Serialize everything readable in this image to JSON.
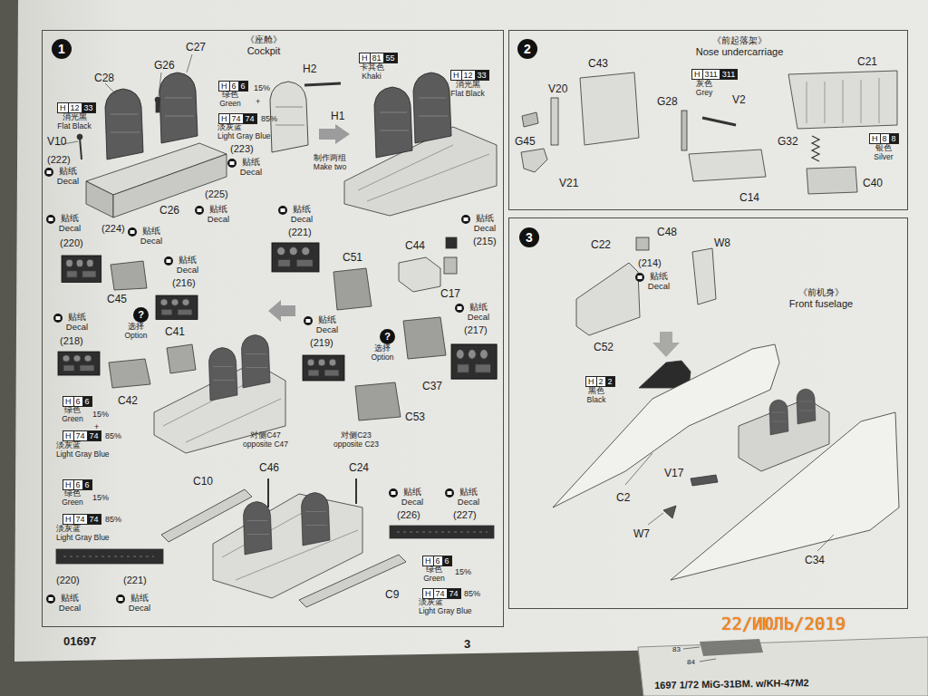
{
  "diagram": {
    "nodes": [
      {
        "text": [
          "《座舱》",
          "Cockpit"
        ]
      },
      {
        "text": [
          "1"
        ],
        "in": 0
      },
      {
        "text": [
          "H",
          "12",
          "33"
        ],
        "in": 0
      },
      {
        "text": [
          "H",
          "6",
          "6"
        ],
        "in": 0
      },
      {
        "text": [
          "H",
          "74",
          "74"
        ],
        "in": 0
      },
      {
        "text": [
          "H",
          "81",
          "55"
        ],
        "in": 0
      },
      {
        "text": [
          "H",
          "12",
          "33"
        ],
        "in": 0
      },
      {
        "text": [
          "?"
        ],
        "in": 0
      },
      {
        "text": [
          "?"
        ],
        "in": 0
      },
      {
        "text": [
          "H",
          "6",
          "6"
        ],
        "in": 0
      },
      {
        "text": [
          "H",
          "74",
          "74"
        ],
        "in": 0
      },
      {
        "text": [
          "H",
          "6",
          "6"
        ],
        "in": 0
      },
      {
        "text": [
          "H",
          "74",
          "74"
        ],
        "in": 0
      },
      {
        "text": [
          "H",
          "6",
          "6"
        ],
        "in": 0
      },
      {
        "text": [
          "H",
          "74",
          "74"
        ],
        "in": 0
      },
      {
        "text": [
          "《前起落架》",
          "Nose undercarriage"
        ]
      },
      {
        "text": [
          "2"
        ],
        "in": 15
      },
      {
        "text": [
          "H",
          "311",
          "311"
        ],
        "in": 15
      },
      {
        "text": [
          "H",
          "8",
          "8"
        ],
        "in": 15
      },
      {
        "text": [
          "《前机身》",
          "Front fuselage"
        ]
      },
      {
        "text": [
          "3"
        ],
        "in": 19
      },
      {
        "text": [
          "H",
          "2",
          "2"
        ],
        "in": 19
      }
    ],
    "labels": [
      "C28",
      "G26",
      "C27",
      "V10",
      "消光黑 Flat Black",
      "15%",
      "绿色 Green",
      "+",
      "85%",
      "淡灰蓝",
      "Light Gray Blue",
      "(223)",
      "贴纸 Decal",
      "(222)",
      "贴纸 Decal",
      "(225)",
      "C26",
      "贴纸 Decal",
      "(224)",
      "贴纸 Decal",
      "贴纸 Decal",
      "(220)",
      "C45",
      "贴纸 Decal",
      "(216)",
      "贴纸 Decal",
      "(218)",
      "选择 Option",
      "C41",
      "C42",
      "绿色 Green",
      "15%",
      "+",
      "85%",
      "淡灰蓝",
      "Light Gray Blue",
      "贴纸 Decal",
      "(221)",
      "C51",
      "C44",
      "贴纸 Decal",
      "(215)",
      "C17",
      "贴纸 Decal",
      "(219)",
      "选择 Option",
      "贴纸 Decal",
      "(217)",
      "C37",
      "C53",
      "C10",
      "绿色 Green",
      "15%",
      "85%",
      "淡灰蓝",
      "Light Gray Blue",
      "对侧C47 opposite C47",
      "C46",
      "对侧C23 opposite C23",
      "C24",
      "(220)",
      "贴纸 Decal",
      "(221)",
      "贴纸 Decal",
      "贴纸 Decal",
      "(226)",
      "贴纸 Decal",
      "(227)",
      "绿色 Green",
      "15%",
      "85%",
      "淡灰蓝",
      "Light Gray Blue",
      "C9",
      "H2",
      "H1",
      "制作两组 Make two",
      "卡其色 Khaki",
      "消光黑 Flat Black",
      "G45",
      "V20",
      "C43",
      "G28",
      "灰色 Grey",
      "V2",
      "V21",
      "C14",
      "C21",
      "G32",
      "银色 Silver",
      "C40",
      "C22",
      "C48",
      "(214)",
      "W8",
      "贴纸 Decal",
      "C52",
      "黑色 Black",
      "V17",
      "C2",
      "W7",
      "C34",
      "01697",
      "3",
      "22/ИЮЛЬ/2019",
      "1697 1/72 MiG-31BM. w/KH-47M2",
      "83",
      "84"
    ]
  }
}
